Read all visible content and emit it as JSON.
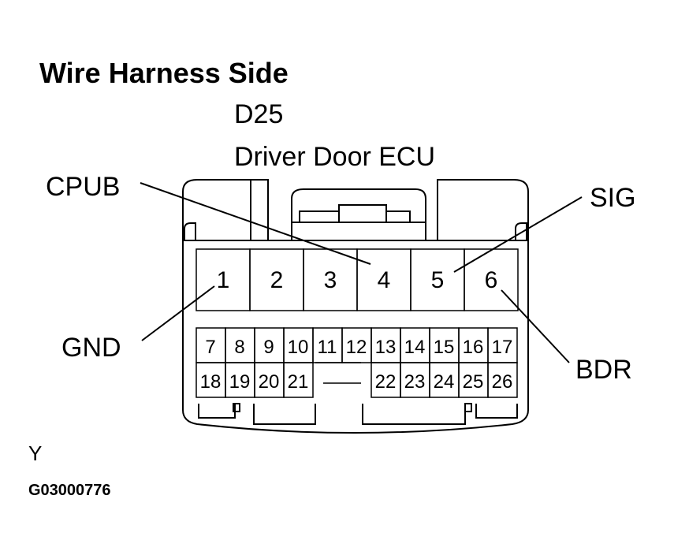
{
  "title": "Wire Harness Side",
  "connector": {
    "code": "D25",
    "name": "Driver Door ECU"
  },
  "labels": {
    "cpub": "CPUB",
    "sig": "SIG",
    "gnd": "GND",
    "bdr": "BDR"
  },
  "terminals": {
    "top_row": [
      "1",
      "2",
      "3",
      "4",
      "5",
      "6"
    ],
    "middle_row": [
      "7",
      "8",
      "9",
      "10",
      "11",
      "12",
      "13",
      "14",
      "15",
      "16",
      "17"
    ],
    "bottom_left": [
      "18",
      "19",
      "20",
      "21"
    ],
    "bottom_right": [
      "22",
      "23",
      "24",
      "25",
      "26"
    ]
  },
  "wire_color": "Y",
  "figure_id": "G03000776"
}
